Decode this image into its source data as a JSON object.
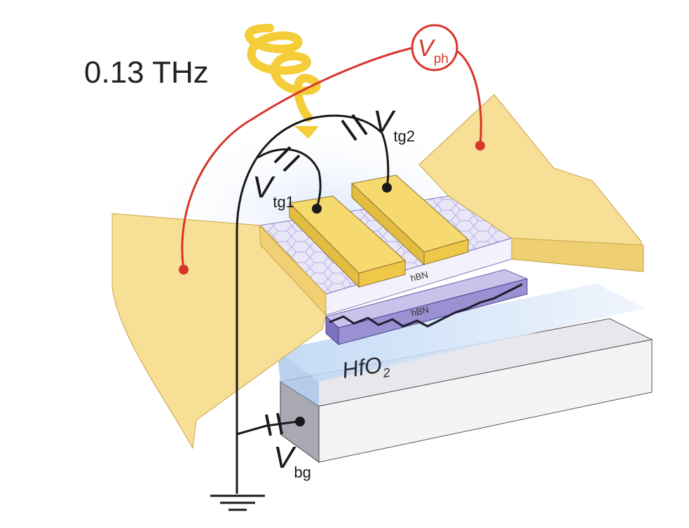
{
  "frequency_label": "0.13 THz",
  "photovoltage": {
    "main": "V",
    "sub": "ph"
  },
  "top_gate_1": {
    "main": "V",
    "sub": "tg1"
  },
  "top_gate_2": {
    "main": "V",
    "sub": "tg2"
  },
  "back_gate": {
    "main": "V",
    "sub": "bg"
  },
  "layers": {
    "hbn_top": "hBN",
    "hbn_bottom": "hBN"
  },
  "dielectric": {
    "main": "HfO",
    "sub": "2"
  },
  "colors": {
    "gold": "#f6dc8a",
    "gold_dark": "#e6c25c",
    "wire_red": "#d8352a",
    "wire_black": "#1a1a1a",
    "hbn_purple": "#8a80c8",
    "substrate_grey": "#b9b9c2",
    "hfo2_blue": "#cfe2f7"
  }
}
